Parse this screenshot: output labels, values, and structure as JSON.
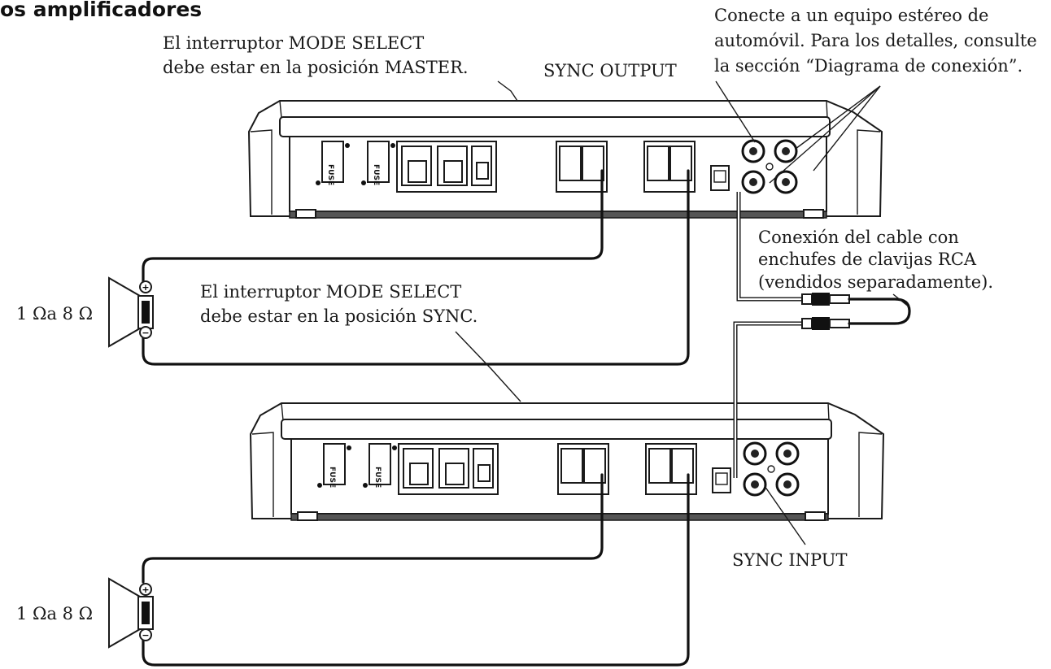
{
  "header": {
    "partial_title": "os amplificadores"
  },
  "labels": {
    "master_line1": "El interruptor MODE SELECT",
    "master_line2": "debe estar en la posición MASTER.",
    "sync_output": "SYNC OUTPUT",
    "stereo_line1": "Conecte a un equipo estéreo de",
    "stereo_line2": "automóvil. Para los detalles, consulte",
    "stereo_line3": "la sección “Diagrama de conexión”.",
    "rca_line1": "Conexión del cable con",
    "rca_line2": "enchufes de clavijas RCA",
    "rca_line3": "(vendidos separadamente).",
    "sync_line1": "El interruptor MODE SELECT",
    "sync_line2": "debe estar en la posición SYNC.",
    "sync_input": "SYNC INPUT",
    "impedance_top": "1 Ωa 8 Ω",
    "impedance_bottom": "1 Ωa 8 Ω",
    "fuse": "FUSE",
    "plus": "+",
    "minus": "−"
  }
}
